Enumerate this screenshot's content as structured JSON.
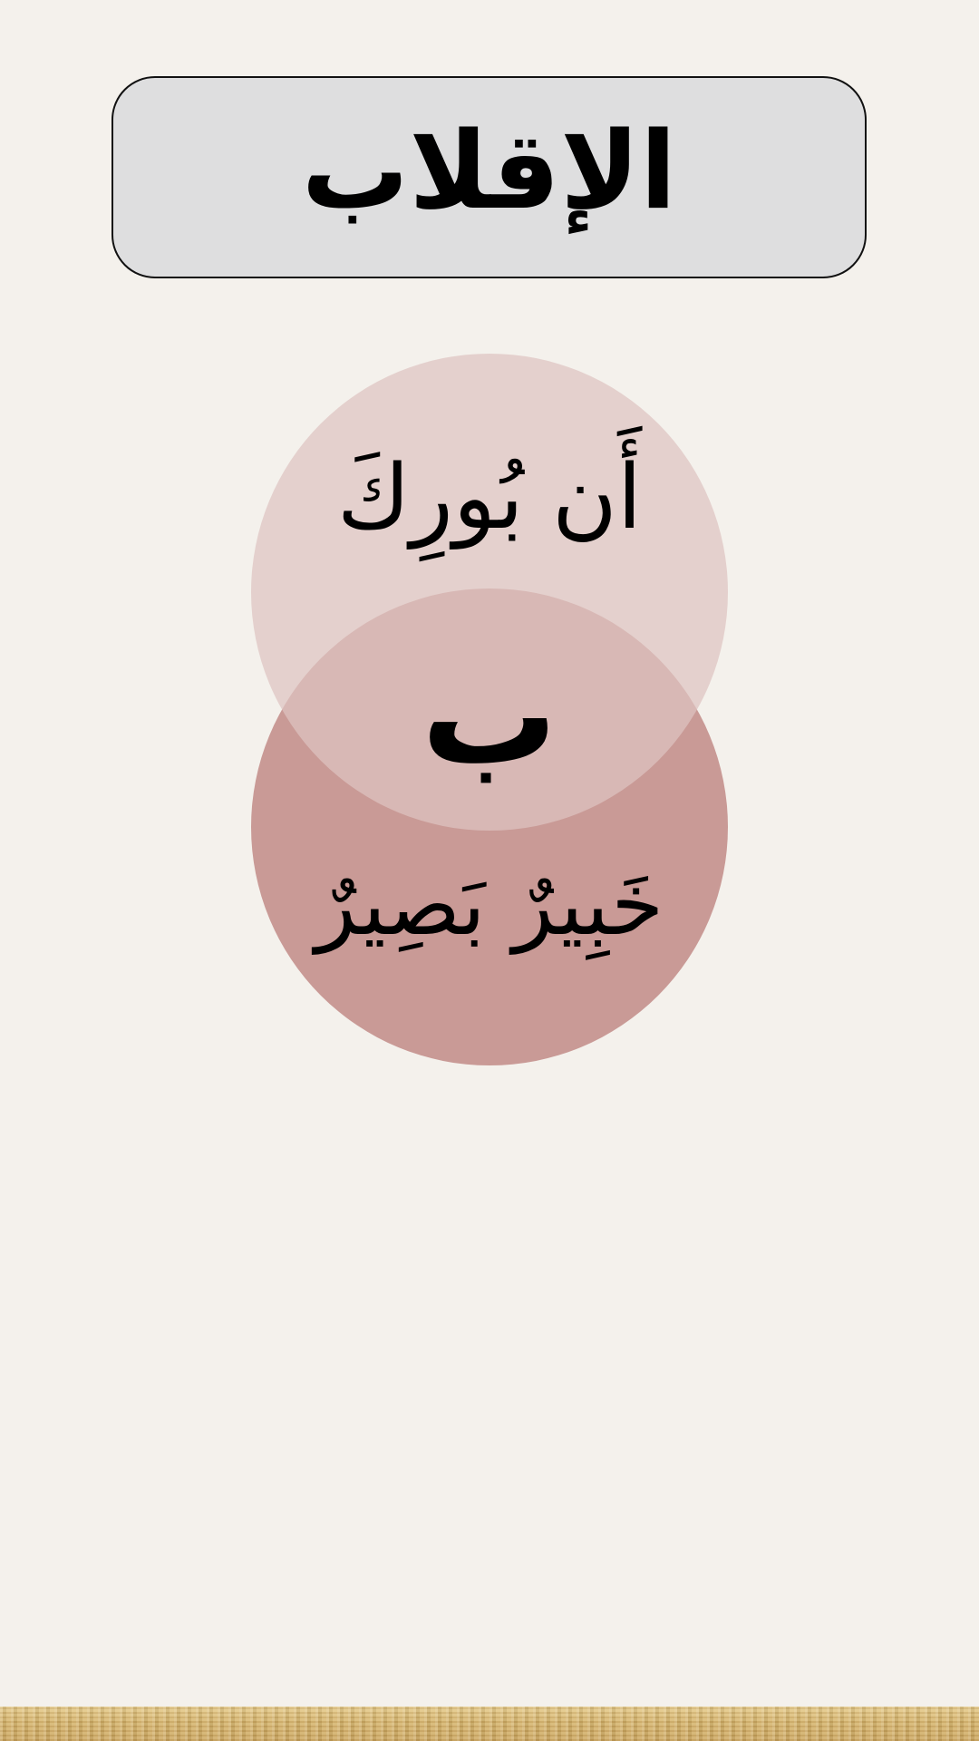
{
  "header": {
    "title": "الإقلاب"
  },
  "diagram": {
    "top_phrase": "أَن بُورِكَ",
    "center_letter": "ب",
    "bottom_phrase": "خَبِيرٌ بَصِيرٌ"
  },
  "colors": {
    "background": "#f4f1ec",
    "title_box": "#dededf",
    "circle_top": "#dec4c0",
    "circle_bottom": "#c99a96",
    "strip": "#d3b16a"
  }
}
